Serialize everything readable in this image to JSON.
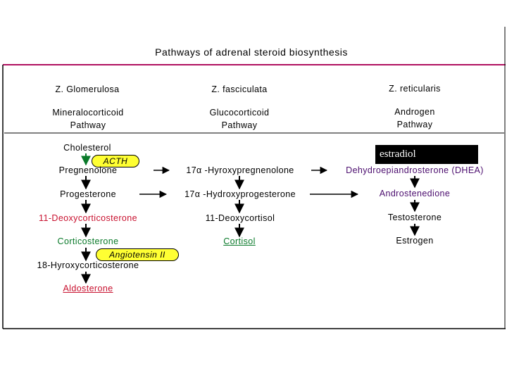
{
  "title": "Pathways of adrenal steroid biosynthesis",
  "columns": [
    {
      "zone": "Z. Glomerulosa",
      "pathway": "Mineralocorticoid\nPathway"
    },
    {
      "zone": "Z. fasciculata",
      "pathway": "Glucocorticoid\nPathway"
    },
    {
      "zone": "Z. reticularis",
      "pathway": "Androgen\nPathway"
    }
  ],
  "steroids": {
    "cholesterol": "Cholesterol",
    "pregnenolone": "Pregnenolone",
    "hydroxypregnenolone": "17α -Hyroxypregnenolone",
    "dhea": "Dehydroepiandrosterone (DHEA)",
    "progesterone": "Progesterone",
    "hydroxyprogesterone": "17α -Hydroxyprogesterone",
    "androstenedione": "Androstenedione",
    "deoxycorticosterone": "11-Deoxycorticosterone",
    "deoxycortisol": "11-Deoxycortisol",
    "testosterone": "Testosterone",
    "corticosterone": "Corticosterone",
    "cortisol": "Cortisol",
    "estrogen": "Estrogen",
    "hydroxycorticosterone": "18-Hyroxycorticosterone",
    "aldosterone": "Aldosterone"
  },
  "regulators": {
    "acth": "ACTH",
    "angiotensin": "Angiotensin II"
  },
  "overlay": {
    "label": "estradiol"
  },
  "colors": {
    "red": "#c8102e",
    "green": "#0a7a2a",
    "purple": "#4b0d6e",
    "rule": "#b01060",
    "highlight": "#ffff33"
  }
}
